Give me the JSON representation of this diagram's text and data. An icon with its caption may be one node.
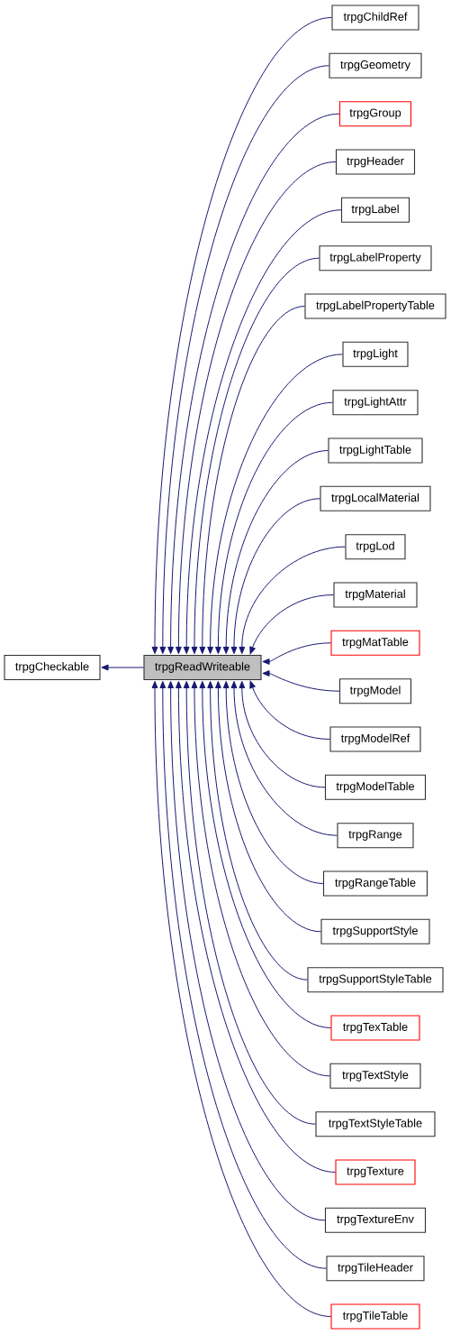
{
  "diagram": {
    "nodes": [
      {
        "text": [
          "trpgCheckable"
        ]
      },
      {
        "text": [
          "trpgReadWriteable"
        ]
      },
      {
        "text": [
          "trpgChildRef"
        ]
      },
      {
        "text": [
          "trpgGeometry"
        ]
      },
      {
        "text": [
          "trpgGroup"
        ]
      },
      {
        "text": [
          "trpgHeader"
        ]
      },
      {
        "text": [
          "trpgLabel"
        ]
      },
      {
        "text": [
          "trpgLabelProperty"
        ]
      },
      {
        "text": [
          "trpgLabelPropertyTable"
        ]
      },
      {
        "text": [
          "trpgLight"
        ]
      },
      {
        "text": [
          "trpgLightAttr"
        ]
      },
      {
        "text": [
          "trpgLightTable"
        ]
      },
      {
        "text": [
          "trpgLocalMaterial"
        ]
      },
      {
        "text": [
          "trpgLod"
        ]
      },
      {
        "text": [
          "trpgMaterial"
        ]
      },
      {
        "text": [
          "trpgMatTable"
        ]
      },
      {
        "text": [
          "trpgModel"
        ]
      },
      {
        "text": [
          "trpgModelRef"
        ]
      },
      {
        "text": [
          "trpgModelTable"
        ]
      },
      {
        "text": [
          "trpgRange"
        ]
      },
      {
        "text": [
          "trpgRangeTable"
        ]
      },
      {
        "text": [
          "trpgSupportStyle"
        ]
      },
      {
        "text": [
          "trpgSupportStyleTable"
        ]
      },
      {
        "text": [
          "trpgTexTable"
        ]
      },
      {
        "text": [
          "trpgTextStyle"
        ]
      },
      {
        "text": [
          "trpgTextStyleTable"
        ]
      },
      {
        "text": [
          "trpgTexture"
        ]
      },
      {
        "text": [
          "trpgTextureEnv"
        ]
      },
      {
        "text": [
          "trpgTileHeader"
        ]
      },
      {
        "text": [
          "trpgTileTable"
        ]
      }
    ],
    "edges": [
      {
        "from": 1,
        "to": 0,
        "arrow": "to"
      },
      {
        "from": 2,
        "to": 1,
        "arrow": "to"
      },
      {
        "from": 3,
        "to": 1,
        "arrow": "to"
      },
      {
        "from": 4,
        "to": 1,
        "arrow": "to"
      },
      {
        "from": 5,
        "to": 1,
        "arrow": "to"
      },
      {
        "from": 6,
        "to": 1,
        "arrow": "to"
      },
      {
        "from": 7,
        "to": 1,
        "arrow": "to"
      },
      {
        "from": 8,
        "to": 1,
        "arrow": "to"
      },
      {
        "from": 9,
        "to": 1,
        "arrow": "to"
      },
      {
        "from": 10,
        "to": 1,
        "arrow": "to"
      },
      {
        "from": 11,
        "to": 1,
        "arrow": "to"
      },
      {
        "from": 12,
        "to": 1,
        "arrow": "to"
      },
      {
        "from": 13,
        "to": 1,
        "arrow": "to"
      },
      {
        "from": 14,
        "to": 1,
        "arrow": "to"
      },
      {
        "from": 15,
        "to": 1,
        "arrow": "to"
      },
      {
        "from": 16,
        "to": 1,
        "arrow": "to"
      },
      {
        "from": 17,
        "to": 1,
        "arrow": "to"
      },
      {
        "from": 18,
        "to": 1,
        "arrow": "to"
      },
      {
        "from": 19,
        "to": 1,
        "arrow": "to"
      },
      {
        "from": 20,
        "to": 1,
        "arrow": "to"
      },
      {
        "from": 21,
        "to": 1,
        "arrow": "to"
      },
      {
        "from": 22,
        "to": 1,
        "arrow": "to"
      },
      {
        "from": 23,
        "to": 1,
        "arrow": "to"
      },
      {
        "from": 24,
        "to": 1,
        "arrow": "to"
      },
      {
        "from": 25,
        "to": 1,
        "arrow": "to"
      },
      {
        "from": 26,
        "to": 1,
        "arrow": "to"
      },
      {
        "from": 27,
        "to": 1,
        "arrow": "to"
      },
      {
        "from": 28,
        "to": 1,
        "arrow": "to"
      },
      {
        "from": 29,
        "to": 1,
        "arrow": "to"
      }
    ]
  }
}
